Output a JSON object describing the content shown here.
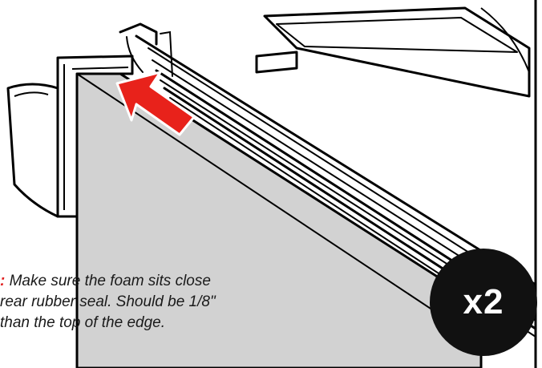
{
  "note": {
    "label": ":",
    "lines": [
      "Make sure the foam sits close",
      "rear rubber seal. Should be 1/8\"",
      "than the top of the edge."
    ]
  },
  "badge": {
    "text": "x2"
  },
  "colors": {
    "arrow": "#e8221b",
    "foam": "#d2d2d2",
    "label": "#e02020",
    "badge": "#111111"
  },
  "icons": {
    "arrow": "arrow-pointer-icon"
  }
}
